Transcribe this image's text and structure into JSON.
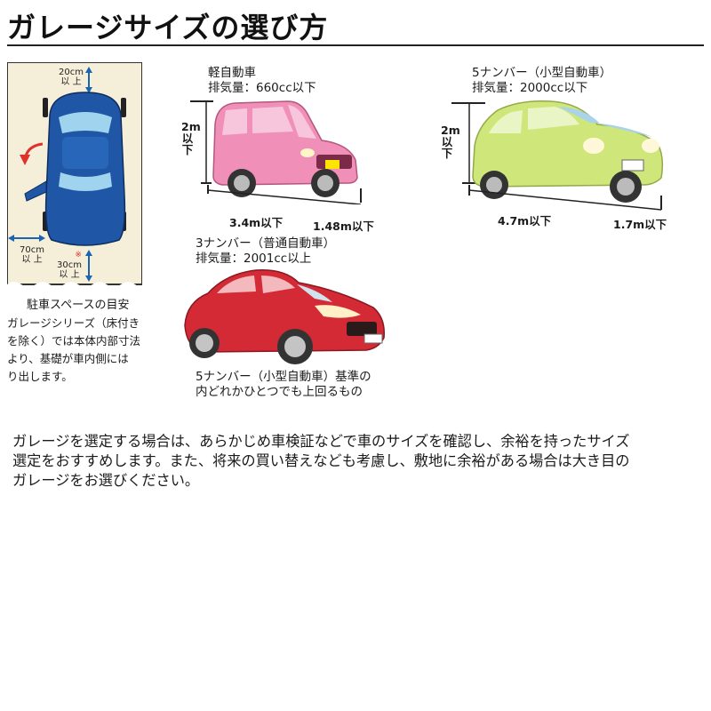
{
  "title": "ガレージサイズの選び方",
  "parking": {
    "top_gap_value": "20cm",
    "top_gap_suffix": "以 上",
    "side_gap_value": "70cm",
    "side_gap_suffix": "以 上",
    "rear_gap_mark": "※",
    "rear_gap_value": "30cm",
    "rear_gap_suffix": "以 上",
    "caption": "駐車スペースの目安",
    "note_lines": [
      "ガレージシリーズ（床付き",
      "を除く）では本体内部寸法",
      "より、基礎が車内側には",
      "り出します。"
    ]
  },
  "kei": {
    "label": "軽自動車",
    "displacement": "排気量：660cc以下",
    "height_value": "2m",
    "height_suffix": [
      "以",
      "下"
    ],
    "length": "3.4m以下",
    "width": "1.48m以下",
    "color": "#f08fb8"
  },
  "small": {
    "label": "5ナンバー（小型自動車）",
    "displacement": "排気量：2000cc以下",
    "height_value": "2m",
    "height_suffix": [
      "以",
      "下"
    ],
    "length": "4.7m以下",
    "width": "1.7m以下",
    "color": "#cfe77a"
  },
  "regular": {
    "label": "3ナンバー（普通自動車）",
    "displacement": "排気量：2001cc以上",
    "note_lines": [
      "5ナンバー（小型自動車）基準の",
      "内どれかひとつでも上回るもの"
    ],
    "color": "#d42a35"
  },
  "body_lines": [
    "ガレージを選定する場合は、あらかじめ車検証などで車のサイズを確認し、余裕を持ったサイズ",
    "選定をおすすめします。また、将来の買い替えなども考慮し、敷地に余裕がある場合は大き目の",
    "ガレージをお選びください。"
  ]
}
